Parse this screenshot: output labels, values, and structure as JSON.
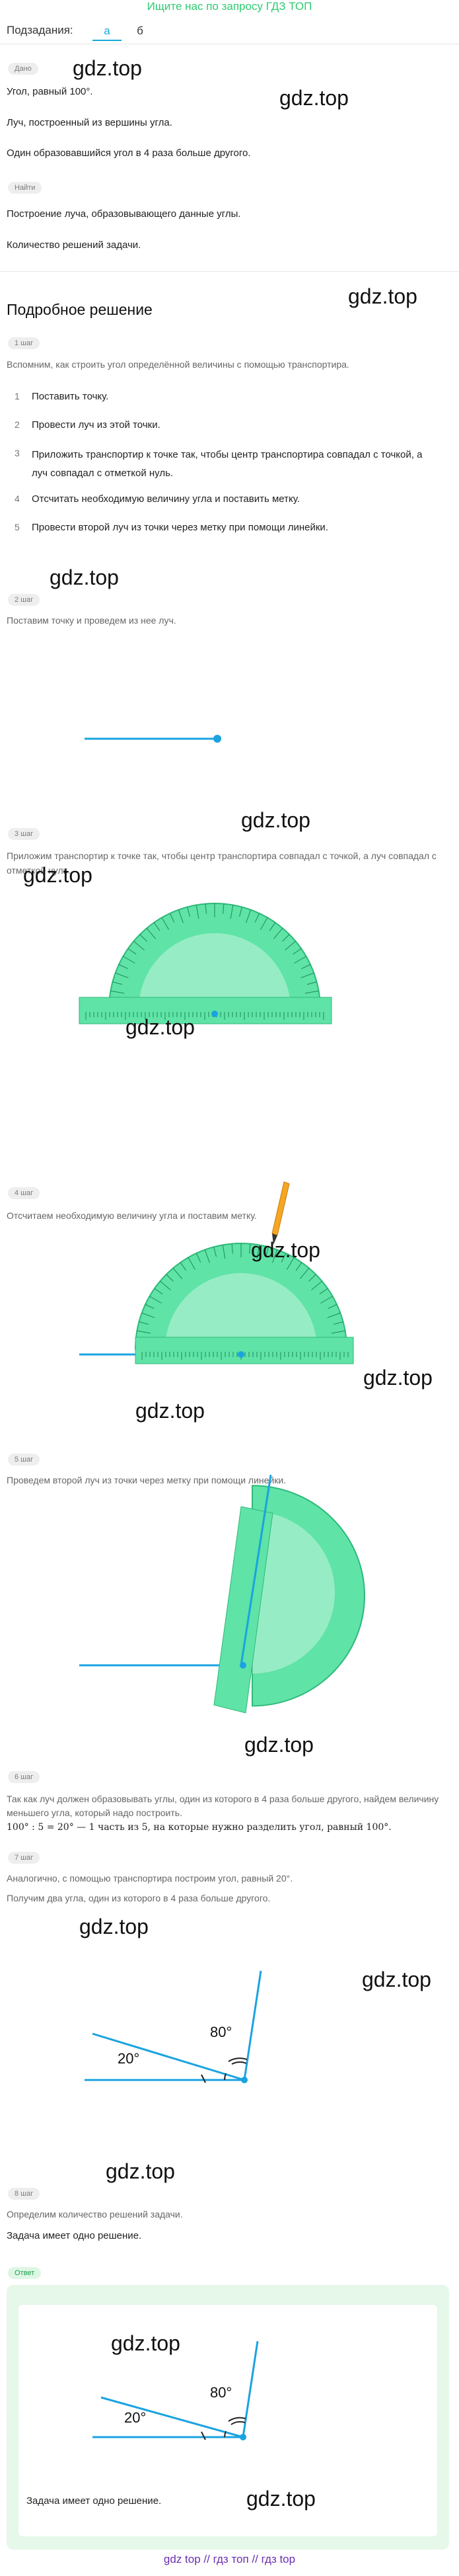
{
  "top_link": "Ищите нас по запросу ГДЗ ТОП",
  "subtasks": {
    "label": "Подзадания:",
    "tabs": [
      {
        "label": "а",
        "active": true
      },
      {
        "label": "б",
        "active": false
      }
    ]
  },
  "given": {
    "chip": "Дано",
    "lines": [
      "Угол, равный 100°.",
      "Луч, построенный из вершины угла.",
      "Один образовавшийся угол в 4 раза больше другого."
    ]
  },
  "find": {
    "chip": "Найти",
    "lines": [
      "Построение луча, образовывающего данные углы.",
      "Количество решений задачи."
    ]
  },
  "solution_title": "Подробное решение",
  "watermark": "gdz.top",
  "steps": [
    {
      "chip": "1 шаг",
      "intro": "Вспомним, как строить угол определённой величины с помощью транспортира.",
      "items": [
        "Поставить точку.",
        "Провести луч из этой точки.",
        "Приложить транспортир к точке так, чтобы центр транспортира совпадал с точкой, а луч совпадал с отметкой нуль.",
        "Отсчитать необходимую величину угла и поставить метку.",
        "Провести второй луч из точки через метку при помощи линейки."
      ],
      "item_numbers": [
        "1",
        "2",
        "3",
        "4",
        "5"
      ]
    },
    {
      "chip": "2 шаг",
      "text": "Поставим точку и проведем из нее луч."
    },
    {
      "chip": "3 шаг",
      "text": "Приложим транспортир к точке так, чтобы центр транспортира совпадал с точкой, а луч совпадал с отметкой нуль."
    },
    {
      "chip": "4 шаг",
      "text": "Отсчитаем необходимую величину угла и поставим метку."
    },
    {
      "chip": "5 шаг",
      "text": "Проведем второй луч из точки через метку при помощи линейки."
    },
    {
      "chip": "6 шаг",
      "text1": "Так как луч должен образовывать углы, один из которого в 4 раза больше другого, найдем величину меньшего угла, который надо построить.",
      "formula": "100° : 5 = 20° — 1 часть из 5, на которые нужно разделить угол, равный 100°."
    },
    {
      "chip": "7 шаг",
      "text1": "Аналогично, с помощью транспортира построим угол, равный 20°.",
      "text2": "Получим два угла, один из которого в 4 раза больше другого.",
      "angle_small": "20°",
      "angle_big": "80°"
    },
    {
      "chip": "8 шаг",
      "text1": "Определим количество решений задачи.",
      "text2": "Задача имеет одно решение."
    }
  ],
  "answer": {
    "chip": "Ответ",
    "angle_small": "20°",
    "angle_big": "80°",
    "text": "Задача имеет одно решение."
  },
  "footer": "gdz top // гдз топ // гдз top",
  "colors": {
    "accent_blue": "#1aa3e0",
    "protractor": "#5fe3a6",
    "green_text": "#2ecc71",
    "footer": "#6a2fb0"
  }
}
